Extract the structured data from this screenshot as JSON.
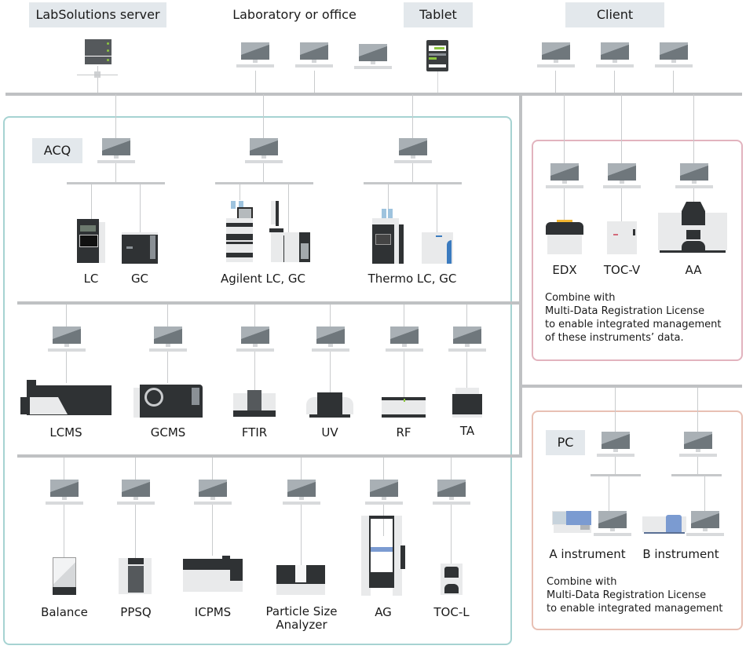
{
  "top": {
    "labels": {
      "server": "LabSolutions server",
      "lab": "Laboratory or office",
      "tablet": "Tablet",
      "client": "Client"
    }
  },
  "acq": {
    "tag": "ACQ",
    "row1": [
      {
        "label": "LC"
      },
      {
        "label": "GC"
      },
      {
        "label": "Agilent LC, GC"
      },
      {
        "label": "Thermo LC, GC"
      }
    ],
    "row2": [
      {
        "label": "LCMS"
      },
      {
        "label": "GCMS"
      },
      {
        "label": "FTIR"
      },
      {
        "label": "UV"
      },
      {
        "label": "RF"
      },
      {
        "label": "TA"
      }
    ],
    "row3": [
      {
        "label": "Balance"
      },
      {
        "label": "PPSQ"
      },
      {
        "label": "ICPMS"
      },
      {
        "label": "Particle Size\nAnalyzer"
      },
      {
        "label": "AG"
      },
      {
        "label": "TOC-L"
      }
    ]
  },
  "client_box": {
    "instruments": [
      {
        "label": "EDX"
      },
      {
        "label": "TOC-V"
      },
      {
        "label": "AA"
      }
    ],
    "note_lines": [
      "Combine with",
      "Multi-Data Registration License",
      "to enable integrated management",
      "of these instruments’ data."
    ]
  },
  "pc_box": {
    "tag": "PC",
    "instruments": [
      {
        "label": "A instrument"
      },
      {
        "label": "B instrument"
      }
    ],
    "note_lines": [
      "Combine with",
      "Multi-Data Registration License",
      "to enable integrated management"
    ]
  },
  "colors": {
    "acq_border": "#a6d3d2",
    "client_border": "#e2b3be",
    "pc_border": "#e8c0b4",
    "tag_bg": "#e3e8ec",
    "accent_blue": "#7b9bd1",
    "accent_green": "#8cc63f"
  }
}
